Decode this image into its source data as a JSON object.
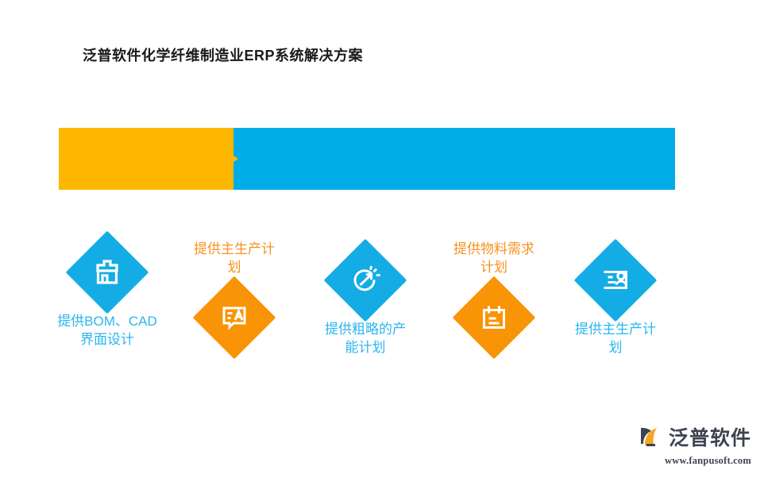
{
  "slide": {
    "title": "泛普软件化学纤维制造业ERP系统解决方案",
    "background_color": "#ffffff"
  },
  "banner": {
    "name": "process-banner",
    "orange_color": "#fdb700",
    "blue_color": "#00ade6",
    "has_arrow": true
  },
  "nodes": [
    {
      "icon": "store-front-icon",
      "shape_color": "#14ace4",
      "shape": "diamond",
      "label": "提供BOM、CAD\n界面设计",
      "label_color": "#29b6f0",
      "label_position": "below"
    },
    {
      "icon": "translate-speech-bubble-icon",
      "shape_color": "#f89406",
      "shape": "diamond",
      "label": "提供主生产计\n划",
      "label_color": "#f79323",
      "label_position": "above"
    },
    {
      "icon": "gauge-arrow-icon",
      "shape_color": "#14ace4",
      "shape": "diamond",
      "label": "提供粗略的产\n能计划",
      "label_color": "#29b6f0",
      "label_position": "below"
    },
    {
      "icon": "calendar-notes-icon",
      "shape_color": "#f89406",
      "shape": "diamond",
      "label": "提供物料需求\n计划",
      "label_color": "#f79323",
      "label_position": "above"
    },
    {
      "icon": "id-card-person-icon",
      "shape_color": "#14ace4",
      "shape": "diamond",
      "label": "提供主生产计\n划",
      "label_color": "#29b6f0",
      "label_position": "below"
    }
  ],
  "footer": {
    "logo_text": "泛普软件",
    "logo_url": "www.fanpusoft.com",
    "logo_mark": "fanpu-logo-icon",
    "logo_mark_colors": [
      "#f5a623",
      "#3d4450"
    ]
  }
}
